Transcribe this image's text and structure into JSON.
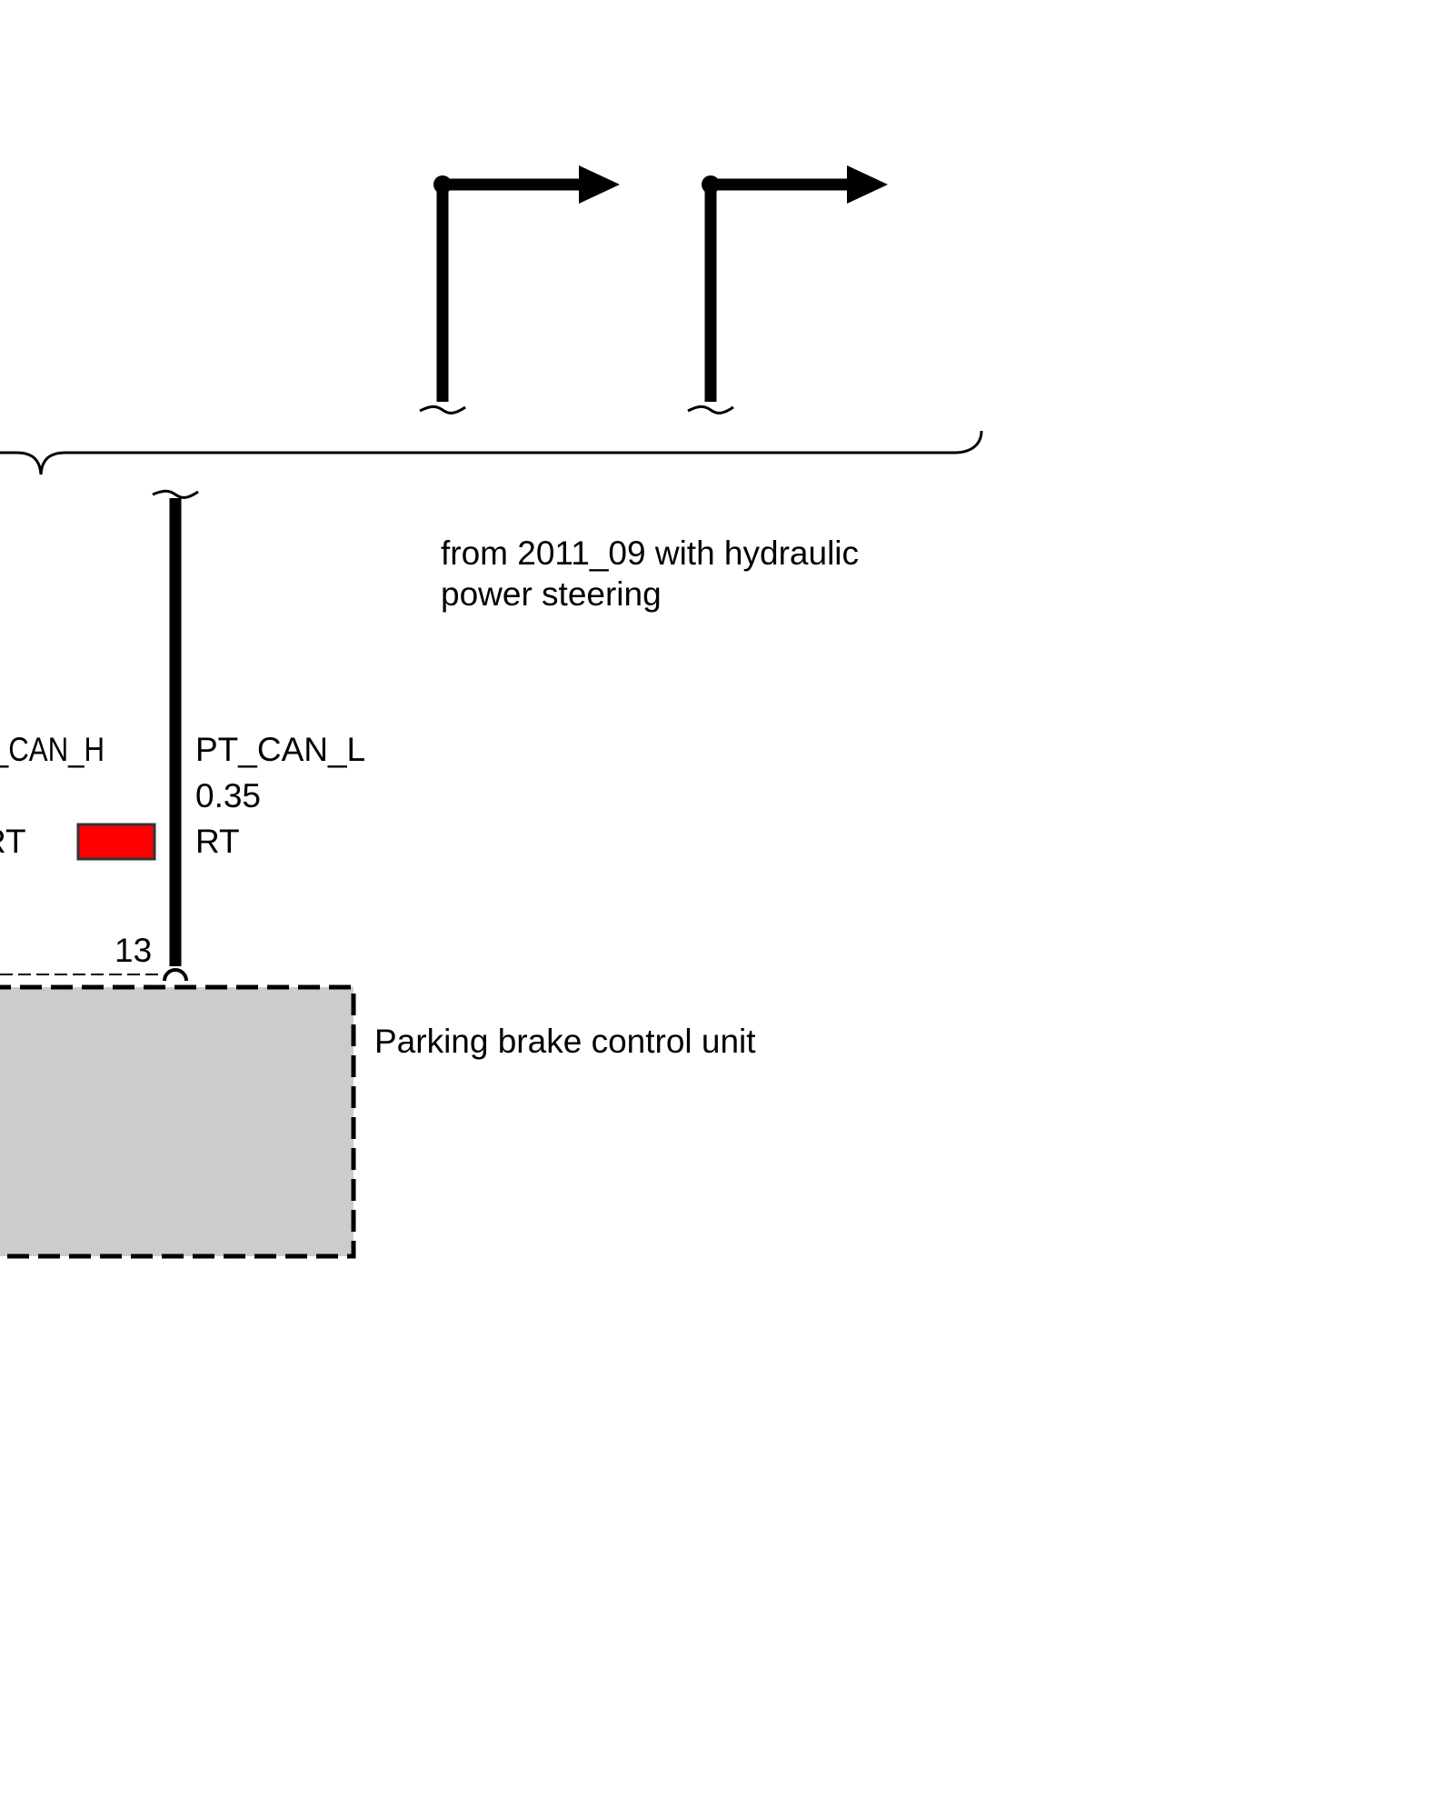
{
  "diagram": {
    "condition_note": {
      "line1": "from 2011_09 with hydraulic",
      "line2": "power steering"
    },
    "left_wire": {
      "signal": "PT_CAN_H",
      "color_code": "RT",
      "color_swatch": "#ff0000"
    },
    "right_wire": {
      "signal": "PT_CAN_L",
      "cross_section": "0.35",
      "color_code": "RT"
    },
    "pin_number": "13",
    "component": {
      "name": "Parking brake control unit",
      "fill": "#cccccc"
    },
    "wire_color": "#000000"
  }
}
